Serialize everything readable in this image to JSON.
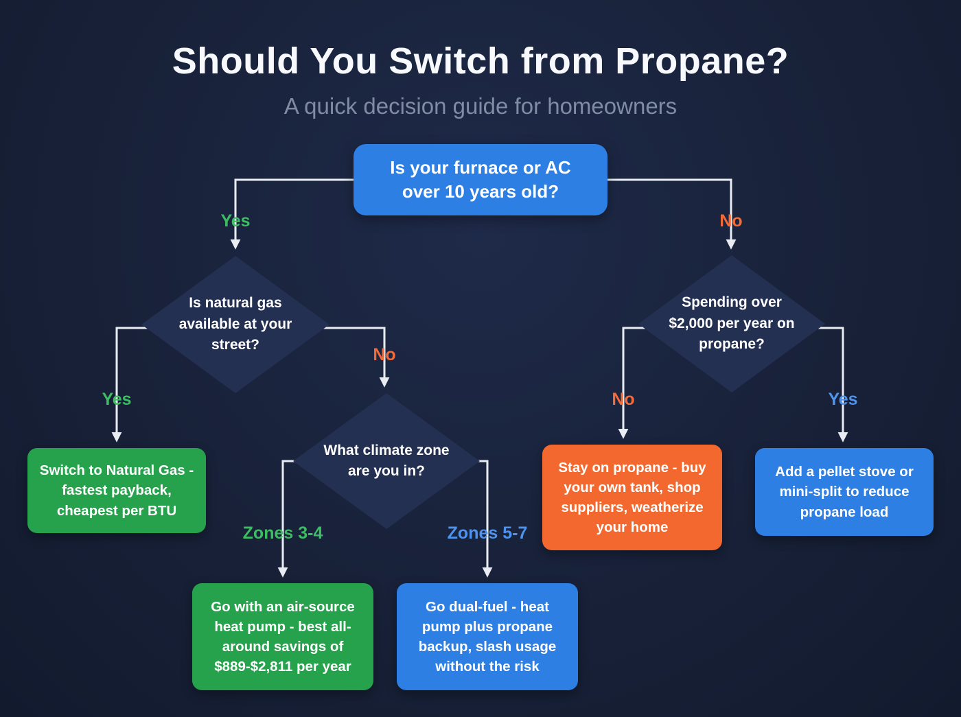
{
  "header": {
    "title": "Should You Switch from Propane?",
    "subtitle": "A quick decision guide for homeowners"
  },
  "flow": {
    "root": {
      "question": "Is your furnace or AC over 10 years old?",
      "yes_label": "Yes",
      "no_label": "No"
    },
    "natural_gas": {
      "question": "Is natural gas available at your street?",
      "yes_label": "Yes",
      "no_label": "No"
    },
    "climate_zone": {
      "question": "What climate zone are you in?",
      "left_label": "Zones 3-4",
      "right_label": "Zones 5-7"
    },
    "propane_spend": {
      "question": "Spending over $2,000 per year on propane?",
      "no_label": "No",
      "yes_label": "Yes"
    },
    "outcomes": {
      "switch_natural_gas": "Switch to Natural Gas - fastest payback, cheapest per BTU",
      "air_source_heat_pump": "Go with an air-source heat pump - best all-around savings of $889-$2,811 per year",
      "dual_fuel": "Go dual-fuel - heat pump plus propane backup, slash usage without the risk",
      "stay_on_propane": "Stay on propane - buy your own tank, shop suppliers, weatherize your home",
      "pellet_stove": "Add a pellet stove or mini-split to reduce propane load"
    }
  },
  "colors": {
    "background": "#182138",
    "question_blue": "#2e7fe4",
    "outcome_green": "#27a24c",
    "outcome_orange": "#f3682f",
    "diamond_fill": "#233052",
    "connector": "#e9edf3",
    "label_green": "#3dbd62",
    "label_orange": "#f36b38",
    "label_blue": "#4e93ee",
    "title_text": "#f7f9fc",
    "subtitle_text": "#808ca3"
  }
}
